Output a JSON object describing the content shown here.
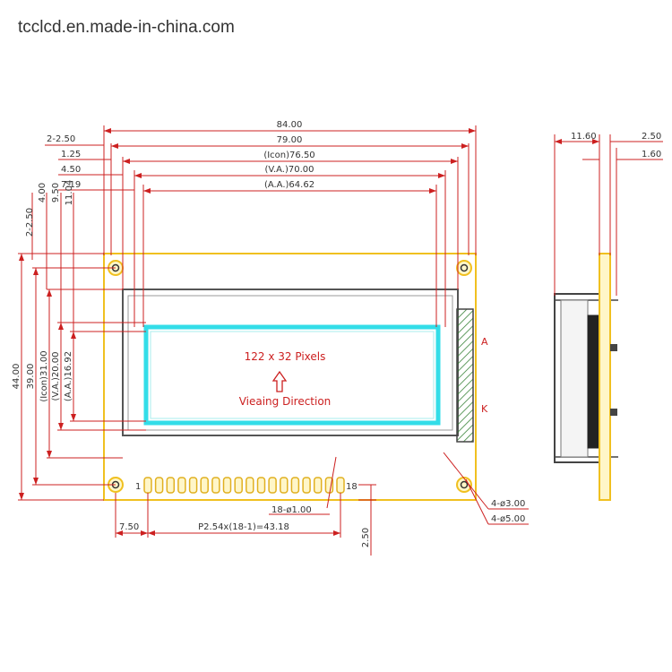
{
  "watermark": "tcclcd.en.made-in-china.com",
  "center": {
    "pixels": "122 x 32 Pixels",
    "viewing": "Vieaing Direction"
  },
  "top_dims": {
    "d84": "84.00",
    "d79": "79.00",
    "d76": "(Icon)76.50",
    "d70": "(V.A.)70.00",
    "d64": "(A.A.)64.62",
    "d2_250": "2-2.50",
    "d125": "1.25",
    "d450": "4.50",
    "d719": "7.19"
  },
  "left_dims": {
    "d2_250v": "2-2.50",
    "d400": "4.00",
    "d950": "9.50",
    "d1104": "11.04",
    "d44": "44.00",
    "d39": "39.00",
    "d31": "(Icon)31.00",
    "d20": "(V.A.)20.00",
    "d1692": "(A.A.)16.92"
  },
  "bottom_dims": {
    "pin1": "1",
    "pin18": "18",
    "d750": "7.50",
    "pitch": "P2.54x(18-1)=43.18",
    "pin_dia": "18-ø1.00",
    "d250v": "2.50",
    "hole3": "4-ø3.00",
    "hole5": "4-ø5.00"
  },
  "side_dims": {
    "d1160": "11.60",
    "d250": "2.50",
    "d160": "1.60",
    "anode": "A",
    "cathode": "K"
  }
}
